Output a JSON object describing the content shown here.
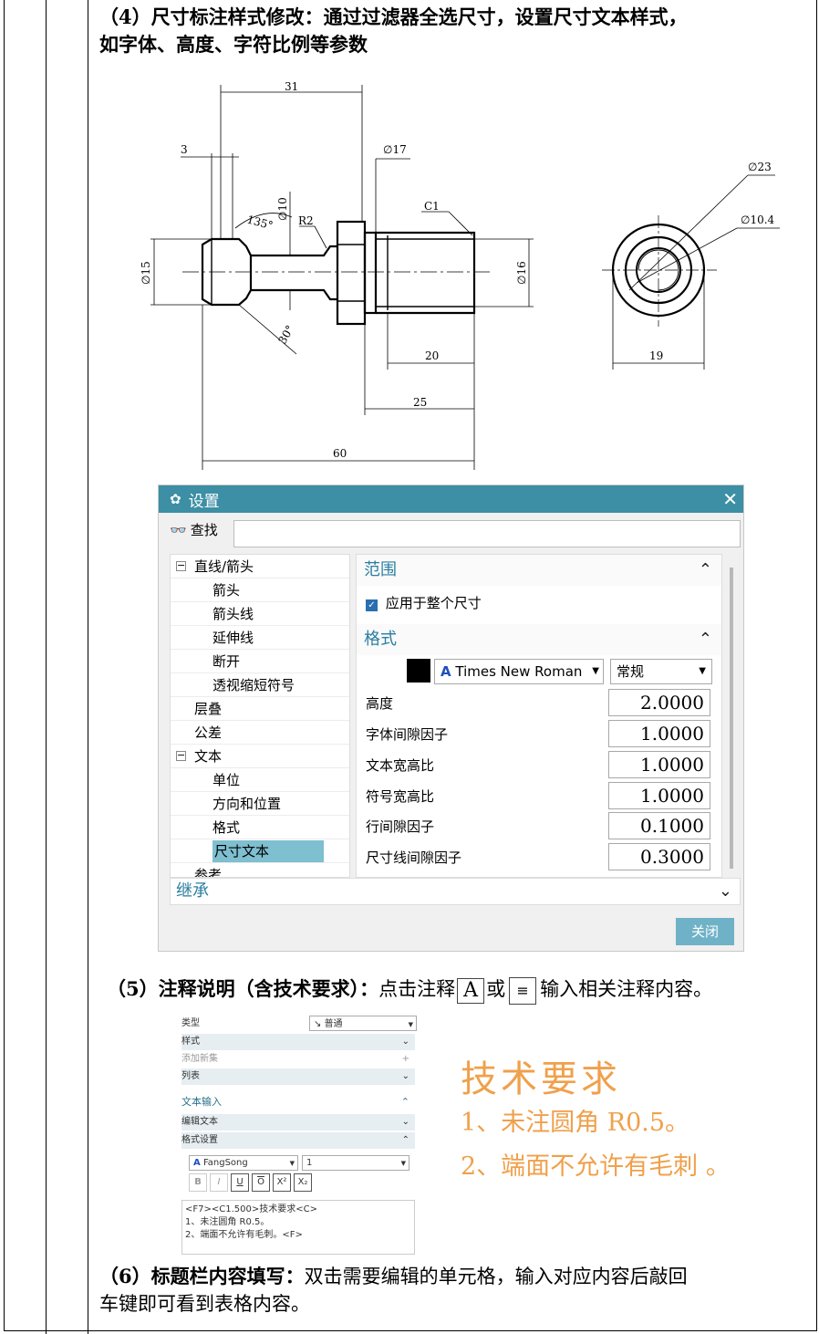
{
  "section4": {
    "num": "（4）",
    "title": "尺寸标注样式修改：",
    "body": "通过过滤器全选尺寸，设置尺寸文本样式，",
    "line2": "如字体、高度、字符比例等参数"
  },
  "drawing": {
    "dims": {
      "d31": "31",
      "d3": "3",
      "phi17": "∅17",
      "phi10": "∅10",
      "a135": "135°",
      "r2": "R2",
      "c1": "C1",
      "phi15": "∅15",
      "phi16": "∅16",
      "a30": "30°",
      "d20": "20",
      "d25": "25",
      "d60": "60",
      "phi23": "∅23",
      "phi104": "∅10.4",
      "d19": "19"
    }
  },
  "settings_dialog": {
    "title": "设置",
    "find_label": "查找",
    "tree": [
      {
        "label": "直线/箭头",
        "level": 0,
        "expanded": true
      },
      {
        "label": "箭头",
        "level": 1
      },
      {
        "label": "箭头线",
        "level": 1
      },
      {
        "label": "延伸线",
        "level": 1
      },
      {
        "label": "断开",
        "level": 1
      },
      {
        "label": "透视缩短符号",
        "level": 1
      },
      {
        "label": "层叠",
        "level": 0
      },
      {
        "label": "公差",
        "level": 0
      },
      {
        "label": "文本",
        "level": 0,
        "expanded": true
      },
      {
        "label": "单位",
        "level": 1
      },
      {
        "label": "方向和位置",
        "level": 1
      },
      {
        "label": "格式",
        "level": 1
      },
      {
        "label": "尺寸文本",
        "level": 1,
        "selected": true
      },
      {
        "label": "参考",
        "level": 0
      }
    ],
    "scope_title": "范围",
    "apply_all": "应用于整个尺寸",
    "format_title": "格式",
    "font": "Times New Roman",
    "style": "常规",
    "fields": [
      {
        "label": "高度",
        "value": "2.0000"
      },
      {
        "label": "字体间隙因子",
        "value": "1.0000"
      },
      {
        "label": "文本宽高比",
        "value": "1.0000"
      },
      {
        "label": "符号宽高比",
        "value": "1.0000"
      },
      {
        "label": "行间隙因子",
        "value": "0.1000"
      },
      {
        "label": "尺寸线间隙因子",
        "value": "0.3000"
      }
    ],
    "inherit_title": "继承",
    "close_label": "关闭"
  },
  "section5": {
    "num": "（5）",
    "title": "注释说明（含技术要求）：",
    "body1": "点击注释",
    "or": "或",
    "body2": "输入相关注释内容。"
  },
  "note_panel": {
    "type_label": "类型",
    "type_value": "普通",
    "style": "样式",
    "add_new": "添加新集",
    "list": "列表",
    "text_input": "文本输入",
    "edit_text": "编辑文本",
    "format_settings": "格式设置",
    "font": "FangSong",
    "size": "1",
    "text_lines": [
      "<F7><C1.500>技术要求<C>",
      "1、未注圆角 R0.5。",
      "2、端面不允许有毛刺。<F>"
    ]
  },
  "handnote": {
    "title": "技术要求",
    "line1": "1、未注圆角 R0.5。",
    "line2": "2、端面不允许有毛刺 。"
  },
  "section6": {
    "num": "（6）",
    "title": "标题栏内容填写：",
    "body": "双击需要编辑的单元格，输入对应内容后敲回",
    "line2": "车键即可看到表格内容。"
  }
}
